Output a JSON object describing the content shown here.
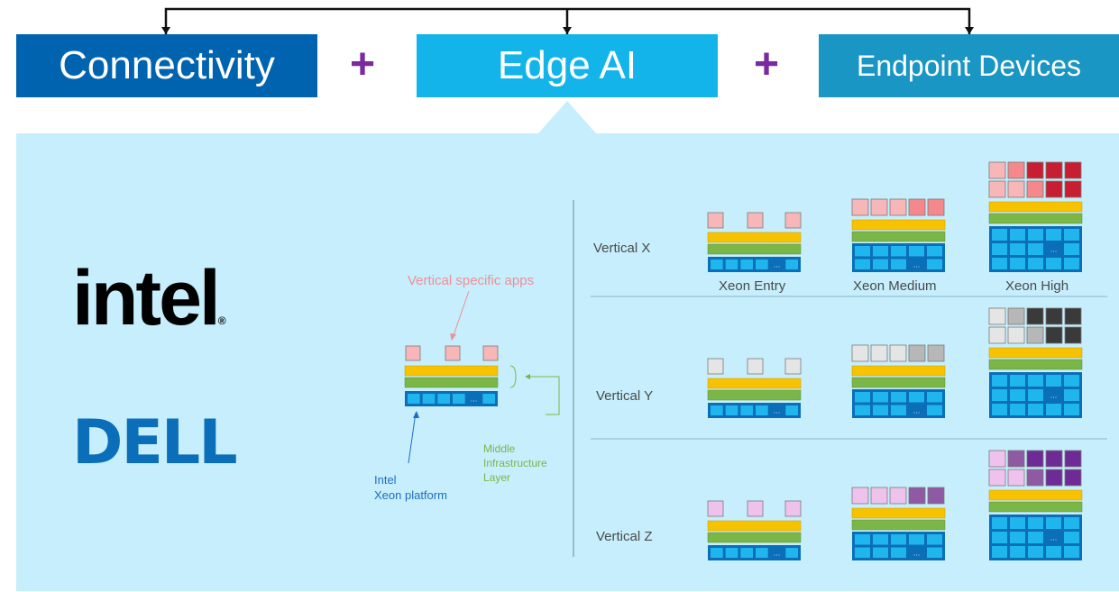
{
  "header": {
    "connectivity": "Connectivity",
    "edge_ai": "Edge AI",
    "endpoint_devices": "Endpoint Devices",
    "plus": "+"
  },
  "logos": {
    "intel": "intel",
    "dell": "DELL"
  },
  "legend": {
    "apps": "Vertical specific apps",
    "middle_line1": "Middle",
    "middle_line2": "Infrastructure",
    "middle_line3": "Layer",
    "intel_line1": "Intel",
    "intel_line2": "Xeon platform"
  },
  "tiers": [
    "Xeon Entry",
    "Xeon Medium",
    "Xeon High"
  ],
  "verticals": [
    {
      "label": "Vertical X",
      "app_colors": [
        "#f7b6b8",
        "#f5888d",
        "#c81e32"
      ]
    },
    {
      "label": "Vertical Y",
      "app_colors": [
        "#e5e5e5",
        "#b7b7b7",
        "#3a3a3a"
      ]
    },
    {
      "label": "Vertical Z",
      "app_colors": [
        "#efc2ee",
        "#8f5aa3",
        "#6e2b96"
      ]
    }
  ],
  "colors": {
    "connectivity_blue": "#0063b0",
    "edge_ai_blue": "#13b4ea",
    "endpoint_teal": "#1a96c4",
    "plus_purple": "#7a2a9e",
    "panel": "#c6eefc",
    "infra_yellow": "#f7c300",
    "infra_green": "#7ab648",
    "xeon_blue": "#0a6fb8",
    "xeon_cell": "#1fb6ee"
  },
  "ellipsis": "..."
}
